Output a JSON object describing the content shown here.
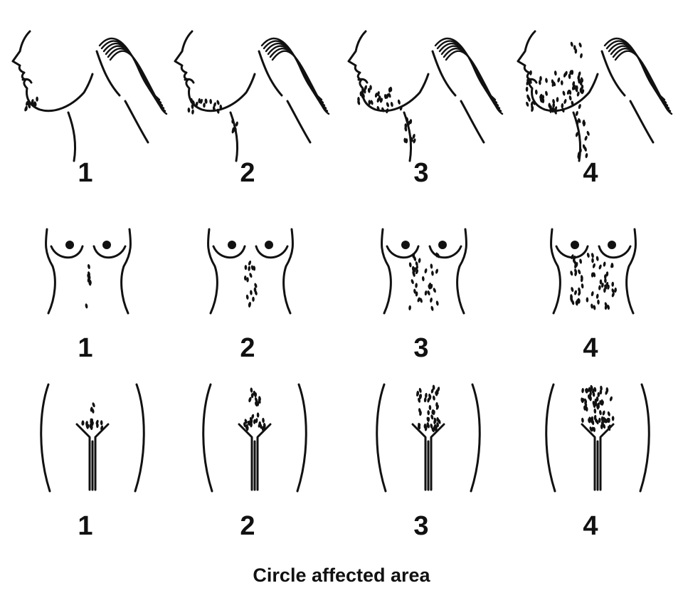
{
  "caption": "Circle affected area",
  "rows": [
    {
      "region": "chin",
      "scores": [
        "1",
        "2",
        "3",
        "4"
      ]
    },
    {
      "region": "chest",
      "scores": [
        "1",
        "2",
        "3",
        "4"
      ]
    },
    {
      "region": "lower-abdomen",
      "scores": [
        "1",
        "2",
        "3",
        "4"
      ]
    }
  ],
  "colors": {
    "ink": "#111111",
    "background": "#ffffff"
  }
}
